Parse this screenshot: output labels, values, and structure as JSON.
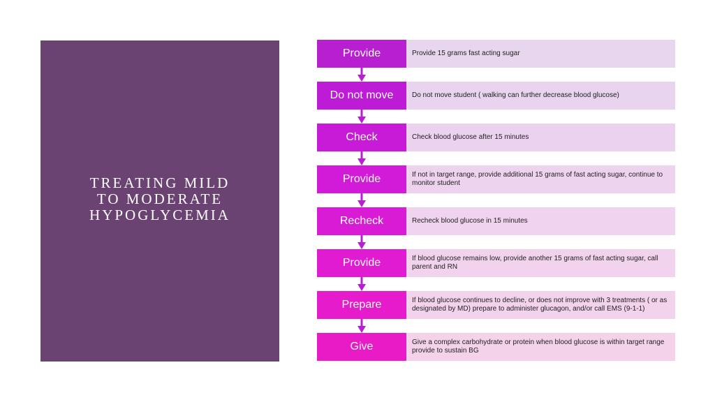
{
  "title": {
    "line1": "TREATING MILD",
    "line2": "TO MODERATE",
    "line3": "HYPOGLYCEMIA"
  },
  "colors": {
    "title_panel": "#6b4372",
    "arrow": "#b81fd0"
  },
  "steps": [
    {
      "label": "Provide",
      "description": "Provide 15 grams fast acting sugar",
      "label_color": "#b81fd0",
      "desc_color": "#e8d6ee"
    },
    {
      "label": "Do not move",
      "description": "Do not move student ( walking can further decrease blood glucose)",
      "label_color": "#be1bd6",
      "desc_color": "#e9d4ef"
    },
    {
      "label": "Check",
      "description": "Check blood glucose after 15 minutes",
      "label_color": "#c81bd8",
      "desc_color": "#ebd3f0"
    },
    {
      "label": "Provide",
      "description": "If not in target range, provide additional 15 grams of fast acting sugar, continue to monitor student",
      "label_color": "#d21bd9",
      "desc_color": "#eed3ef"
    },
    {
      "label": "Recheck",
      "description": "Recheck blood glucose in 15 minutes",
      "label_color": "#da1bd6",
      "desc_color": "#f0d3ef"
    },
    {
      "label": "Provide",
      "description": "If blood glucose remains low, provide another 15 grams of fast acting sugar, call parent and RN",
      "label_color": "#e01bd2",
      "desc_color": "#f2d3ee"
    },
    {
      "label": "Prepare",
      "description": "If blood glucose continues to decline, or does not improve with 3 treatments ( or as designated by MD) prepare to administer glucagon, and/or call EMS (9-1-1)",
      "label_color": "#e51bcc",
      "desc_color": "#f3d3ec"
    },
    {
      "label": "Give",
      "description": "Give a complex carbohydrate or protein when blood glucose is within target range provide to sustain BG",
      "label_color": "#e81bc6",
      "desc_color": "#f4d3ea"
    }
  ]
}
